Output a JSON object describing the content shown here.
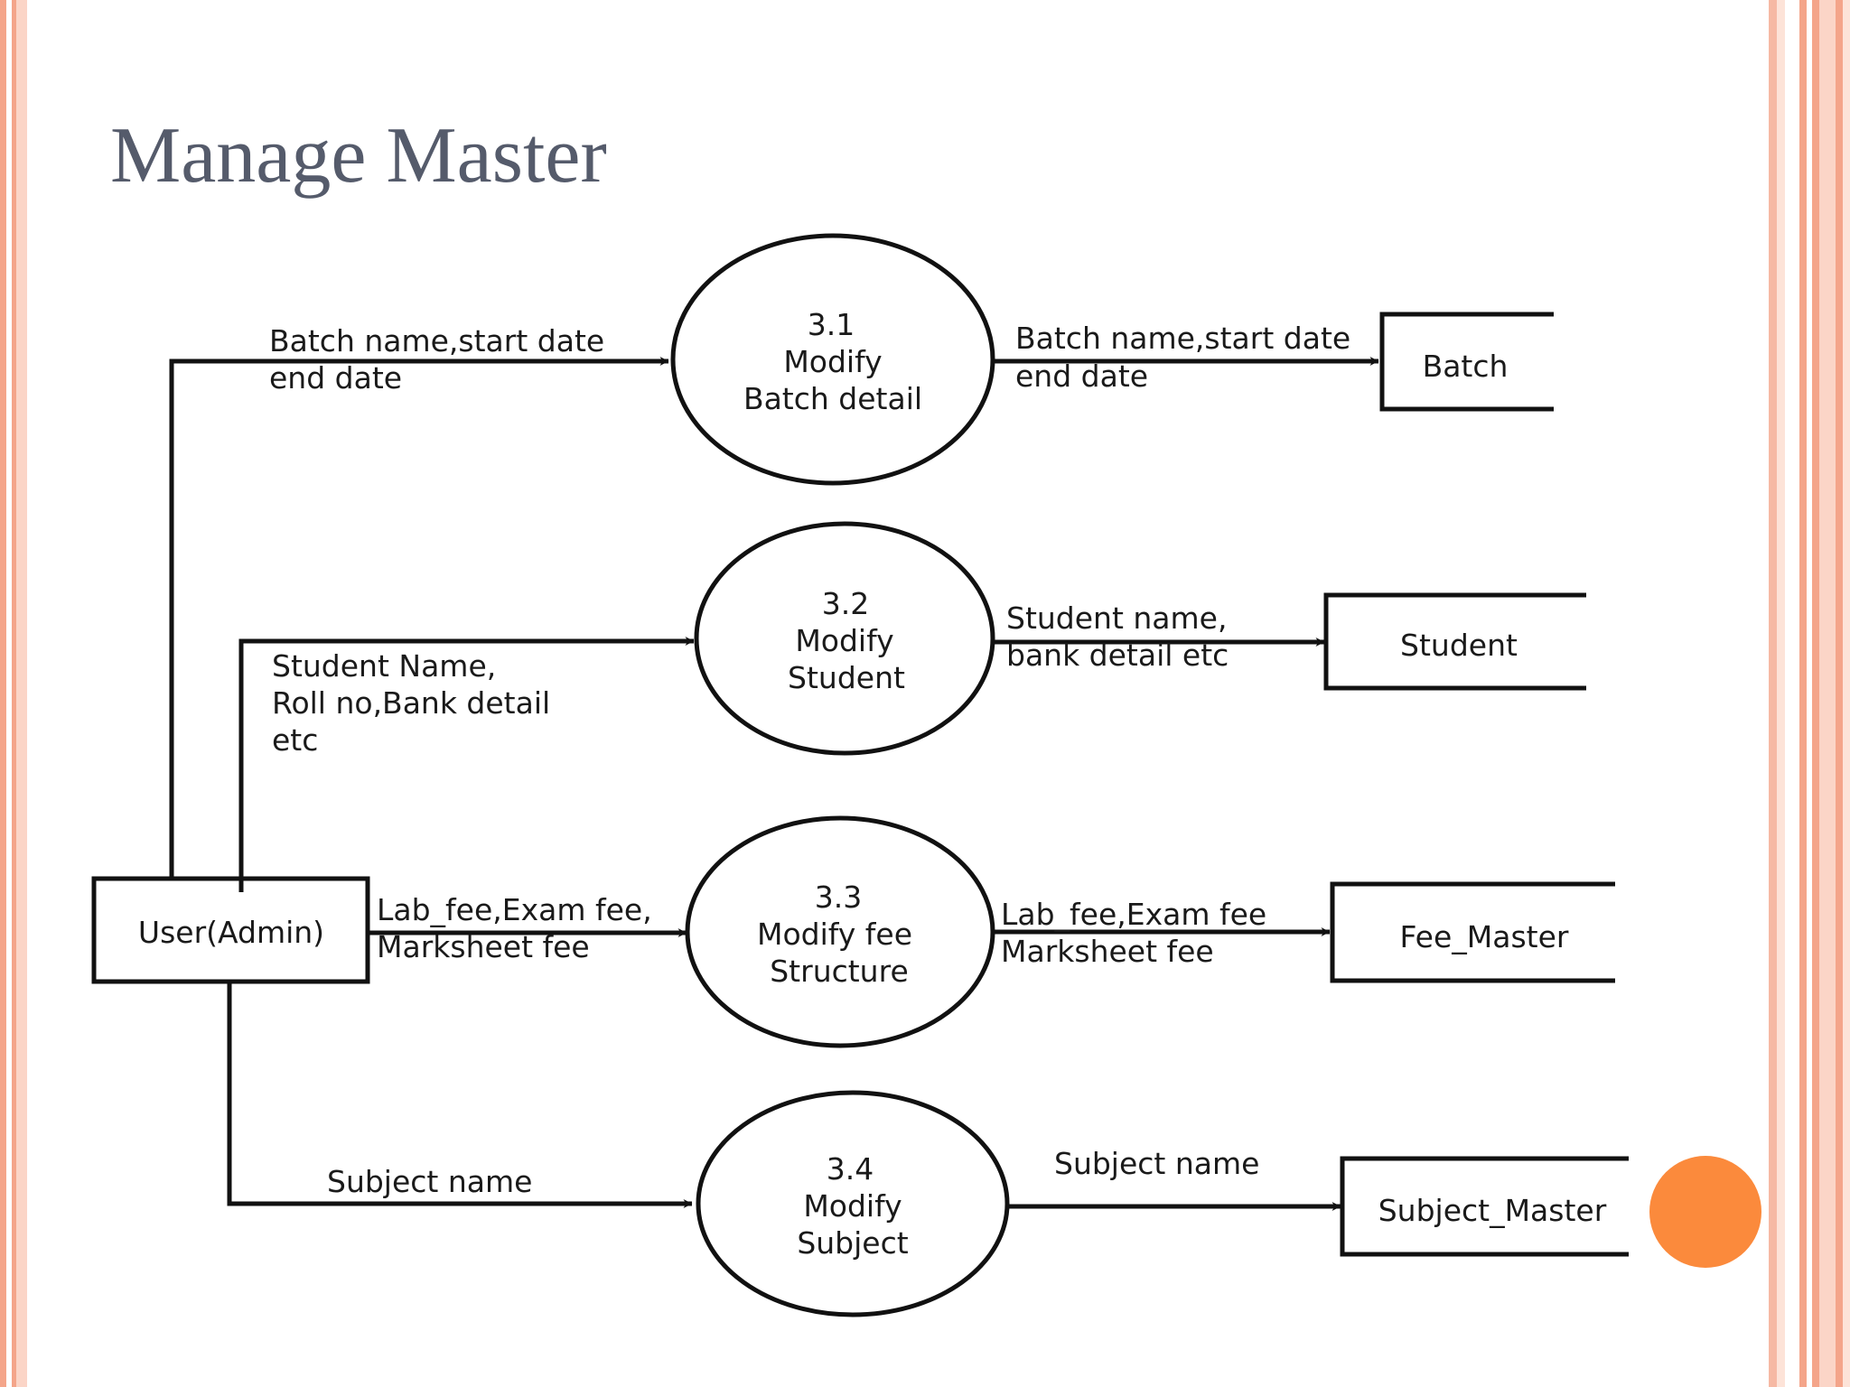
{
  "slide": {
    "title": "Manage Master"
  },
  "diagram": {
    "external_entity": {
      "label": "User(Admin)"
    },
    "processes": [
      {
        "id": "3.1",
        "lines": [
          "3.1",
          "Modify",
          "Batch detail"
        ]
      },
      {
        "id": "3.2",
        "lines": [
          "3.2",
          "Modify",
          "Student"
        ]
      },
      {
        "id": "3.3",
        "lines": [
          "3.3",
          "Modify fee",
          "Structure"
        ]
      },
      {
        "id": "3.4",
        "lines": [
          "3.4",
          "Modify",
          "Subject"
        ]
      }
    ],
    "data_stores": [
      {
        "label": "Batch"
      },
      {
        "label": "Student"
      },
      {
        "label": "Fee_Master"
      },
      {
        "label": "Subject_Master"
      }
    ],
    "flows_in": [
      {
        "lines": [
          "Batch name,start date",
          "end date"
        ]
      },
      {
        "lines": [
          "Student Name,",
          "Roll no,Bank detail",
          "etc"
        ]
      },
      {
        "lines": [
          "Lab_fee,Exam fee,",
          "Marksheet fee"
        ]
      },
      {
        "lines": [
          "Subject name"
        ]
      }
    ],
    "flows_out": [
      {
        "lines": [
          "Batch name,start date",
          "end date"
        ]
      },
      {
        "lines": [
          "Student name,",
          "bank detail etc"
        ]
      },
      {
        "lines": [
          "Lab_fee,Exam fee",
          "Marksheet fee"
        ]
      },
      {
        "lines": [
          "Subject name"
        ]
      }
    ]
  }
}
